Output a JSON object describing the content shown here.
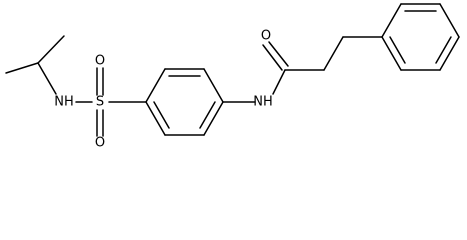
{
  "molecule": {
    "atom_labels": {
      "isopropyl_nh": "NH",
      "sulfonyl_s": "S",
      "sulfonyl_o_top": "O",
      "sulfonyl_o_bottom": "O",
      "amide_nh": "NH",
      "carbonyl_o": "O"
    },
    "colors": {
      "bond": "#000000",
      "label": "#000000",
      "background": "#ffffff"
    }
  }
}
